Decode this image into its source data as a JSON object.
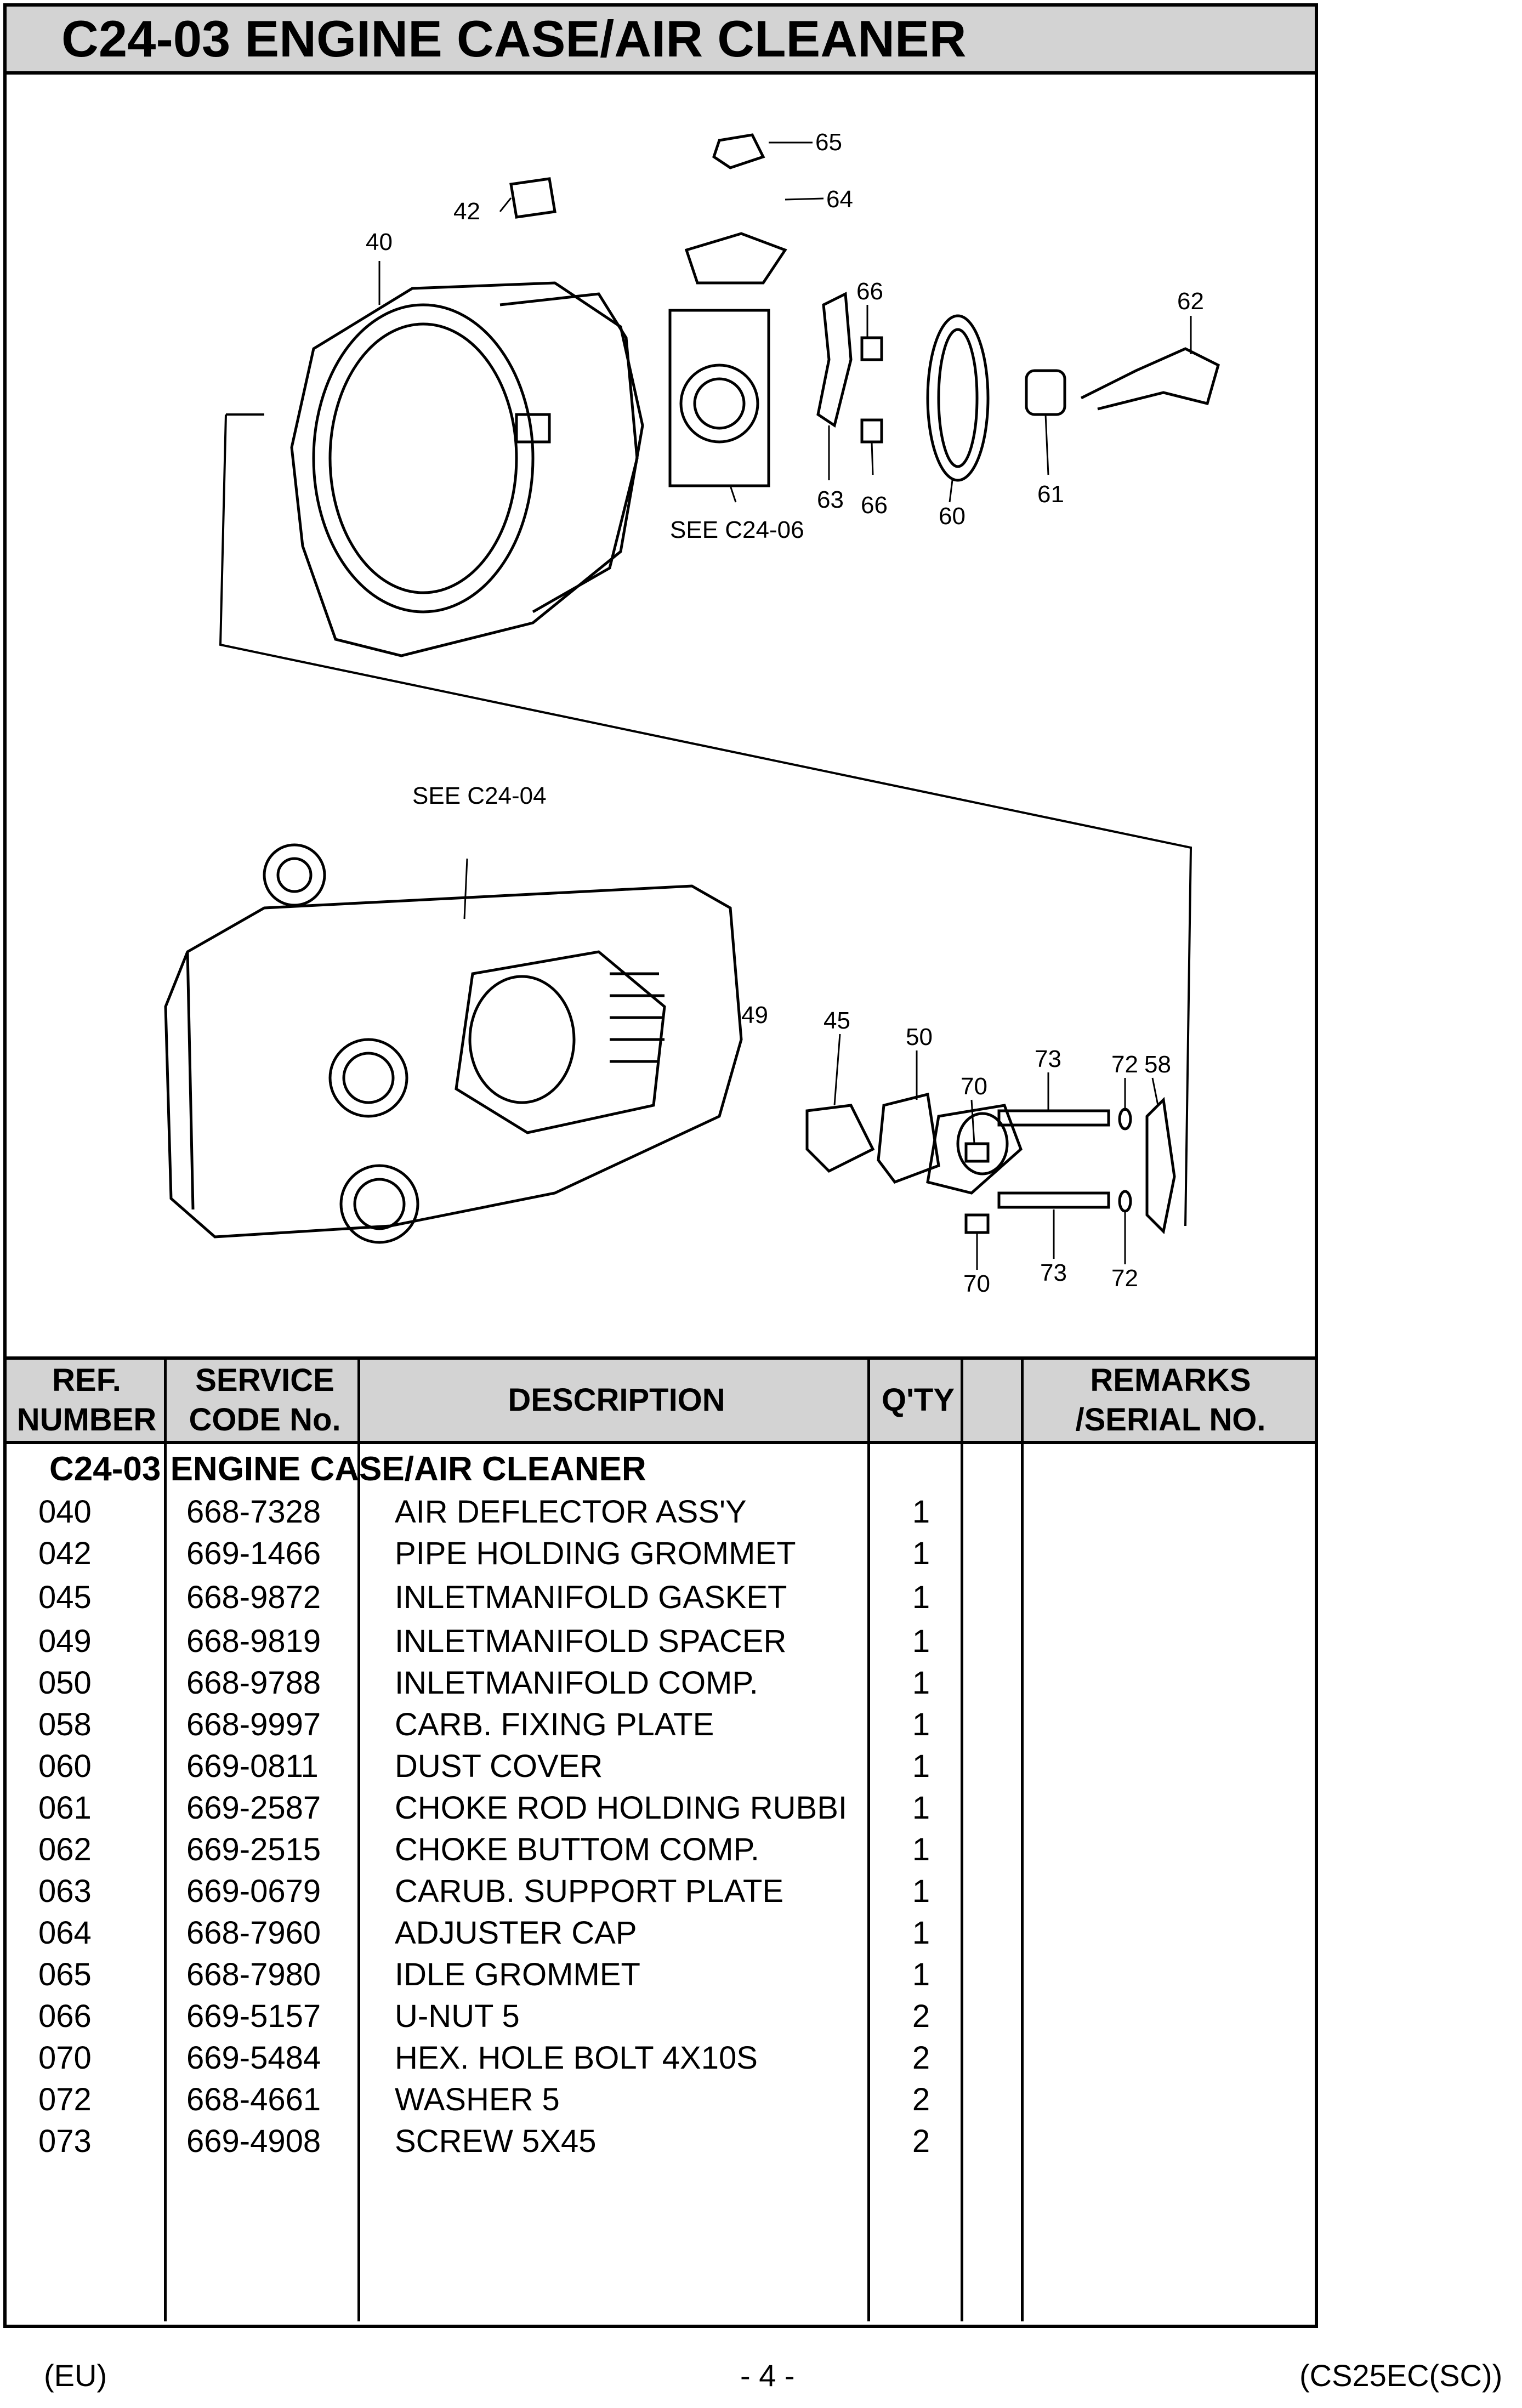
{
  "page": {
    "title": "C24-03 ENGINE CASE/AIR CLEANER"
  },
  "diagram": {
    "see_refs": [
      "SEE C24-06",
      "SEE C24-04"
    ],
    "callouts": [
      "65",
      "64",
      "42",
      "40",
      "66",
      "62",
      "63",
      "66",
      "60",
      "61",
      "49",
      "45",
      "50",
      "70",
      "73",
      "72",
      "58",
      "73",
      "72",
      "70"
    ]
  },
  "table": {
    "headers": {
      "ref": "REF.\nNUMBER",
      "code": "SERVICE\nCODE No.",
      "description": "DESCRIPTION",
      "qty": "Q'TY",
      "blank": "",
      "remarks": "REMARKS\n/SERIAL NO."
    },
    "section_title": "C24-03 ENGINE CASE/AIR CLEANER",
    "rows": [
      {
        "ref": "040",
        "code": "668-7328",
        "desc": "AIR DEFLECTOR ASS'Y",
        "qty": "1"
      },
      {
        "ref": "042",
        "code": "669-1466",
        "desc": "PIPE HOLDING GROMMET",
        "qty": "1"
      },
      {
        "ref": "045",
        "code": "668-9872",
        "desc": "INLETMANIFOLD GASKET",
        "qty": "1"
      },
      {
        "ref": "049",
        "code": "668-9819",
        "desc": "INLETMANIFOLD SPACER",
        "qty": "1"
      },
      {
        "ref": "050",
        "code": "668-9788",
        "desc": "INLETMANIFOLD COMP.",
        "qty": "1"
      },
      {
        "ref": "058",
        "code": "668-9997",
        "desc": "CARB. FIXING PLATE",
        "qty": "1"
      },
      {
        "ref": "060",
        "code": "669-0811",
        "desc": "DUST COVER",
        "qty": "1"
      },
      {
        "ref": "061",
        "code": "669-2587",
        "desc": "CHOKE ROD HOLDING RUBBI",
        "qty": "1"
      },
      {
        "ref": "062",
        "code": "669-2515",
        "desc": "CHOKE BUTTOM COMP.",
        "qty": "1"
      },
      {
        "ref": "063",
        "code": "669-0679",
        "desc": "CARUB. SUPPORT PLATE",
        "qty": "1"
      },
      {
        "ref": "064",
        "code": "668-7960",
        "desc": "ADJUSTER CAP",
        "qty": "1"
      },
      {
        "ref": "065",
        "code": "668-7980",
        "desc": "IDLE GROMMET",
        "qty": "1"
      },
      {
        "ref": "066",
        "code": "669-5157",
        "desc": "U-NUT 5",
        "qty": "2"
      },
      {
        "ref": "070",
        "code": "669-5484",
        "desc": "HEX. HOLE BOLT 4X10S",
        "qty": "2"
      },
      {
        "ref": "072",
        "code": "668-4661",
        "desc": "WASHER 5",
        "qty": "2"
      },
      {
        "ref": "073",
        "code": "669-4908",
        "desc": "SCREW 5X45",
        "qty": "2"
      }
    ]
  },
  "footer": {
    "left": "(EU)",
    "center": "- 4 -",
    "right": "(CS25EC(SC))"
  }
}
